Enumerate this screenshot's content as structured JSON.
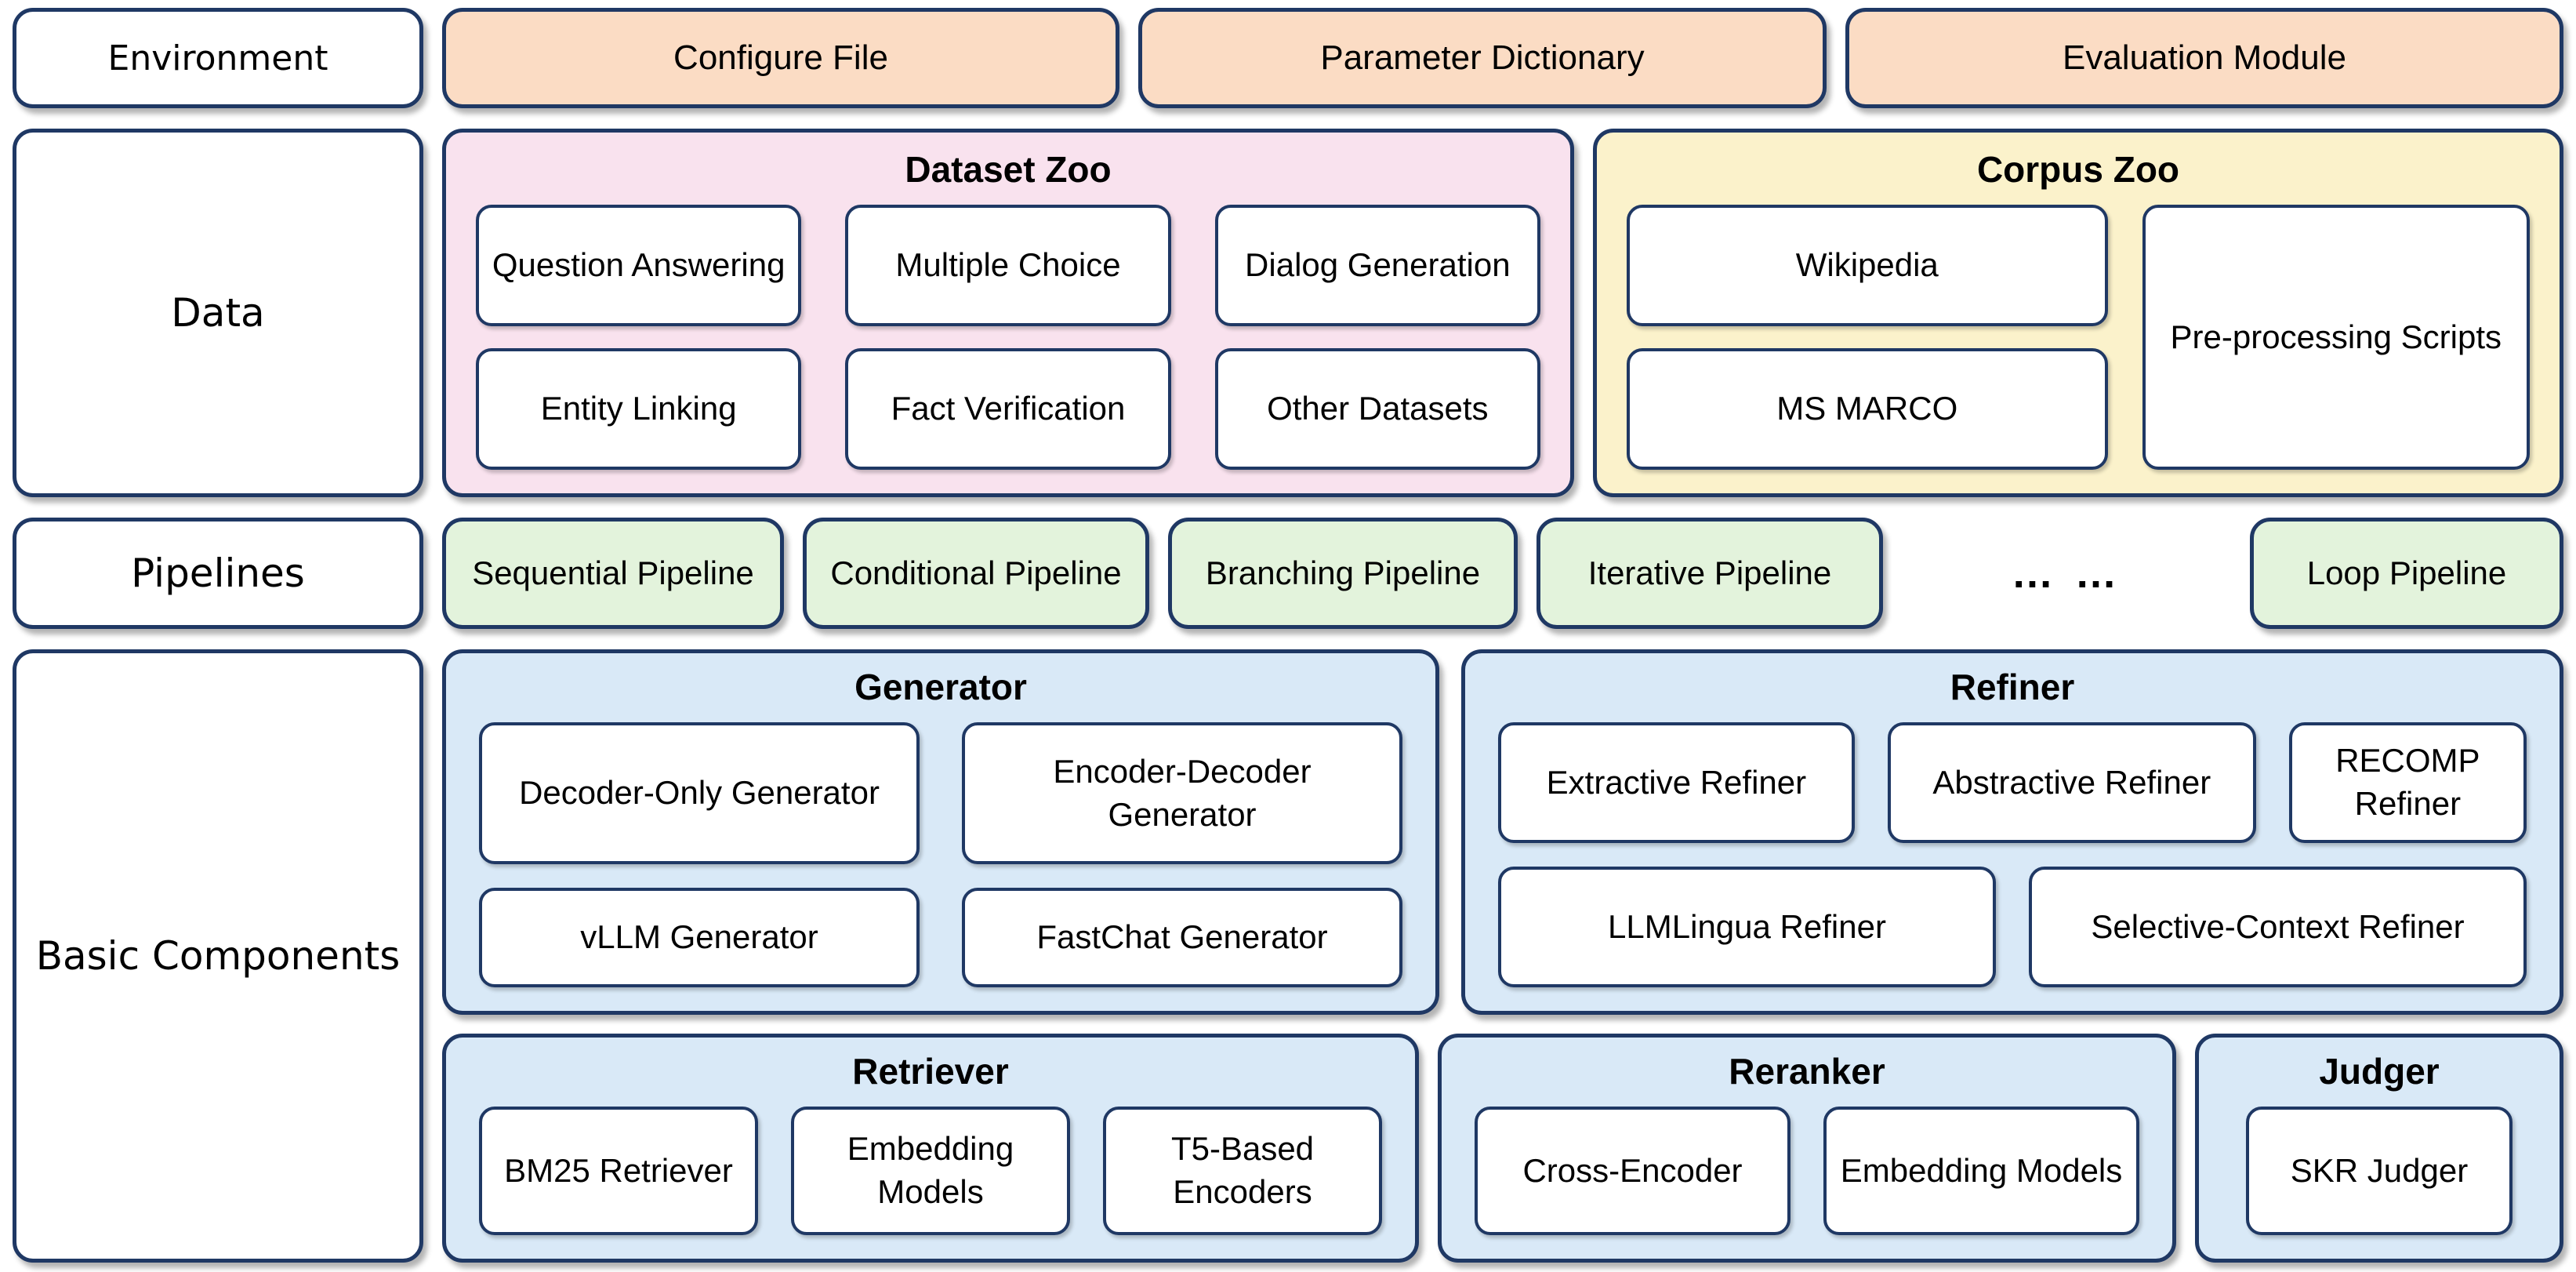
{
  "colors": {
    "border_navy": "#1f3864",
    "peach": "#fbdcc4",
    "pink": "#f9e2ee",
    "yellow": "#fbf2cb",
    "green": "#e3f3dc",
    "blue": "#d9e9f7",
    "chip_white": "#ffffff",
    "text": "#000000"
  },
  "env": {
    "label": "Environment",
    "items": [
      "Configure File",
      "Parameter Dictionary",
      "Evaluation Module"
    ]
  },
  "data": {
    "label": "Data",
    "dataset_zoo": {
      "title": "Dataset Zoo",
      "items": [
        "Question Answering",
        "Multiple Choice",
        "Dialog Generation",
        "Entity Linking",
        "Fact Verification",
        "Other Datasets"
      ]
    },
    "corpus_zoo": {
      "title": "Corpus Zoo",
      "items": [
        "Wikipedia",
        "MS MARCO"
      ],
      "scripts": "Pre-processing Scripts"
    }
  },
  "pipelines": {
    "label": "Pipelines",
    "items": [
      "Sequential Pipeline",
      "Conditional Pipeline",
      "Branching Pipeline",
      "Iterative Pipeline"
    ],
    "ellipsis": "… …",
    "loop": "Loop Pipeline"
  },
  "components": {
    "label": "Basic Components",
    "generator": {
      "title": "Generator",
      "items": [
        "Decoder-Only Generator",
        "Encoder-Decoder Generator",
        "vLLM Generator",
        "FastChat Generator"
      ]
    },
    "refiner": {
      "title": "Refiner",
      "top": [
        "Extractive Refiner",
        "Abstractive Refiner",
        "RECOMP Refiner"
      ],
      "bottom": [
        "LLMLingua Refiner",
        "Selective-Context Refiner"
      ]
    },
    "retriever": {
      "title": "Retriever",
      "items": [
        "BM25 Retriever",
        "Embedding Models",
        "T5-Based Encoders"
      ]
    },
    "reranker": {
      "title": "Reranker",
      "items": [
        "Cross-Encoder",
        "Embedding Models"
      ]
    },
    "judger": {
      "title": "Judger",
      "items": [
        "SKR Judger"
      ]
    }
  }
}
